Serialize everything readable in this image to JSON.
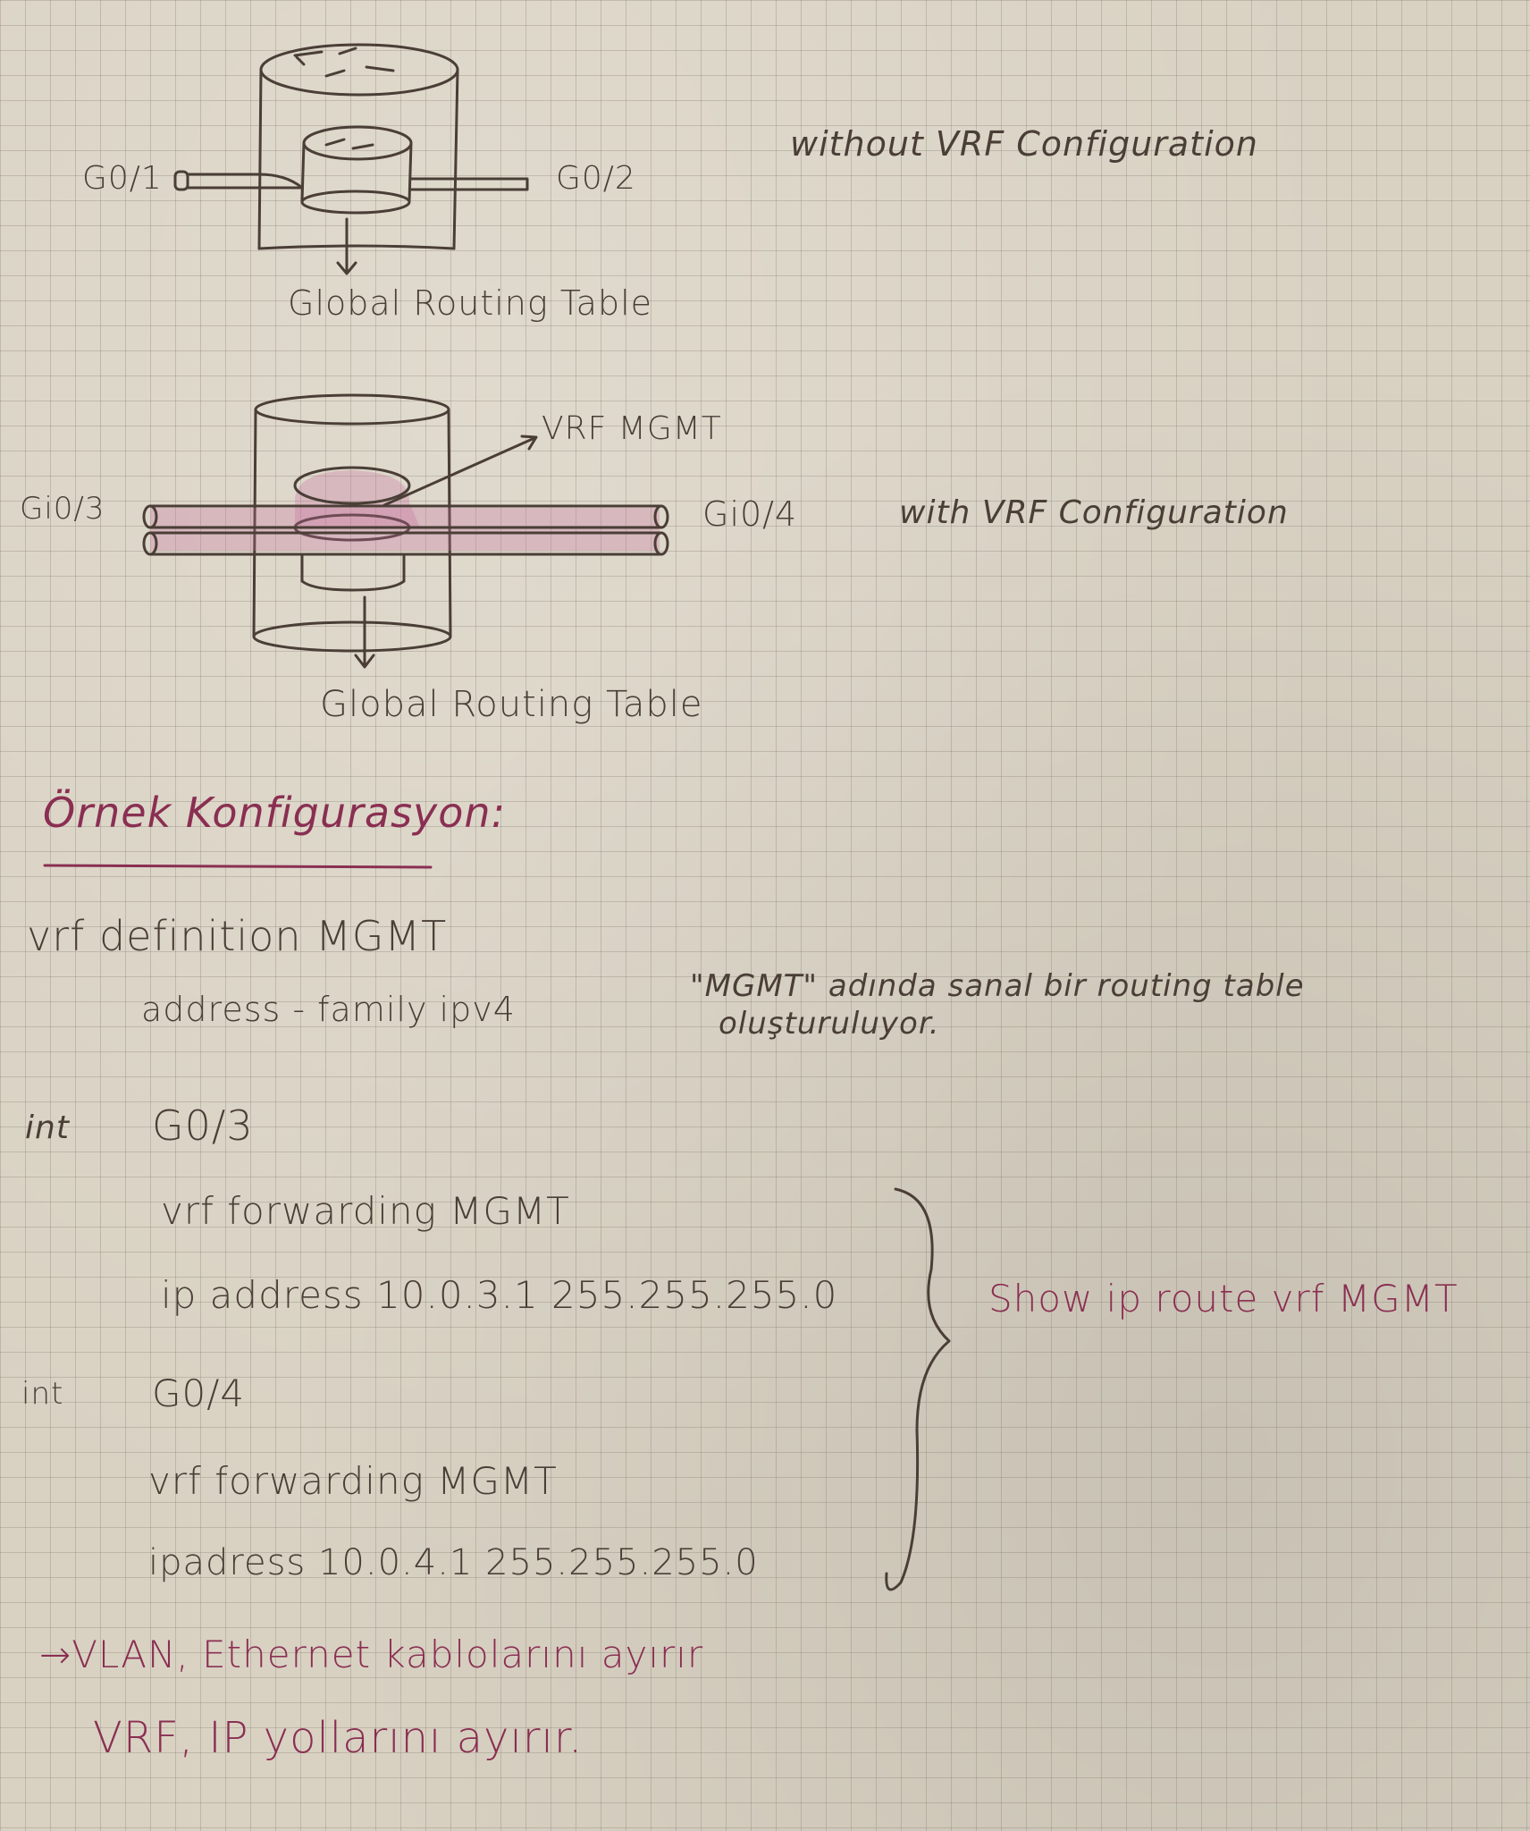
{
  "diagram1": {
    "left_port": "G0/1",
    "right_port": "G0/2",
    "bottom_label": "Global Routing Table",
    "caption": "without VRF Configuration"
  },
  "diagram2": {
    "vrf_label": "VRF MGMT",
    "left_port": "Gi0/3",
    "right_port": "Gi0/4",
    "bottom_label": "Global Routing Table",
    "caption": "with VRF Configuration"
  },
  "section_title": "Örnek Konfigurasyon:",
  "config": {
    "vrf_line": "vrf definition MGMT",
    "vrf_af_line": "address - family ipv4",
    "vrf_note_line1": "\"MGMT\" adında sanal bir routing table",
    "vrf_note_line2": "oluşturuluyor.",
    "int1_kw": "int",
    "int1_name": "G0/3",
    "int1_fwd": "vrf forwarding MGMT",
    "int1_ip": "ip address 10.0.3.1 255.255.255.0",
    "int2_kw": "int",
    "int2_name": "G0/4",
    "int2_fwd": "vrf forwarding MGMT",
    "int2_ip": "ipadress 10.0.4.1 255.255.255.0",
    "show_note": "Show ip route vrf MGMT"
  },
  "footer": {
    "line1": "→VLAN, Ethernet kablolarını ayırır",
    "line2": "VRF, IP yollarını ayırır."
  }
}
